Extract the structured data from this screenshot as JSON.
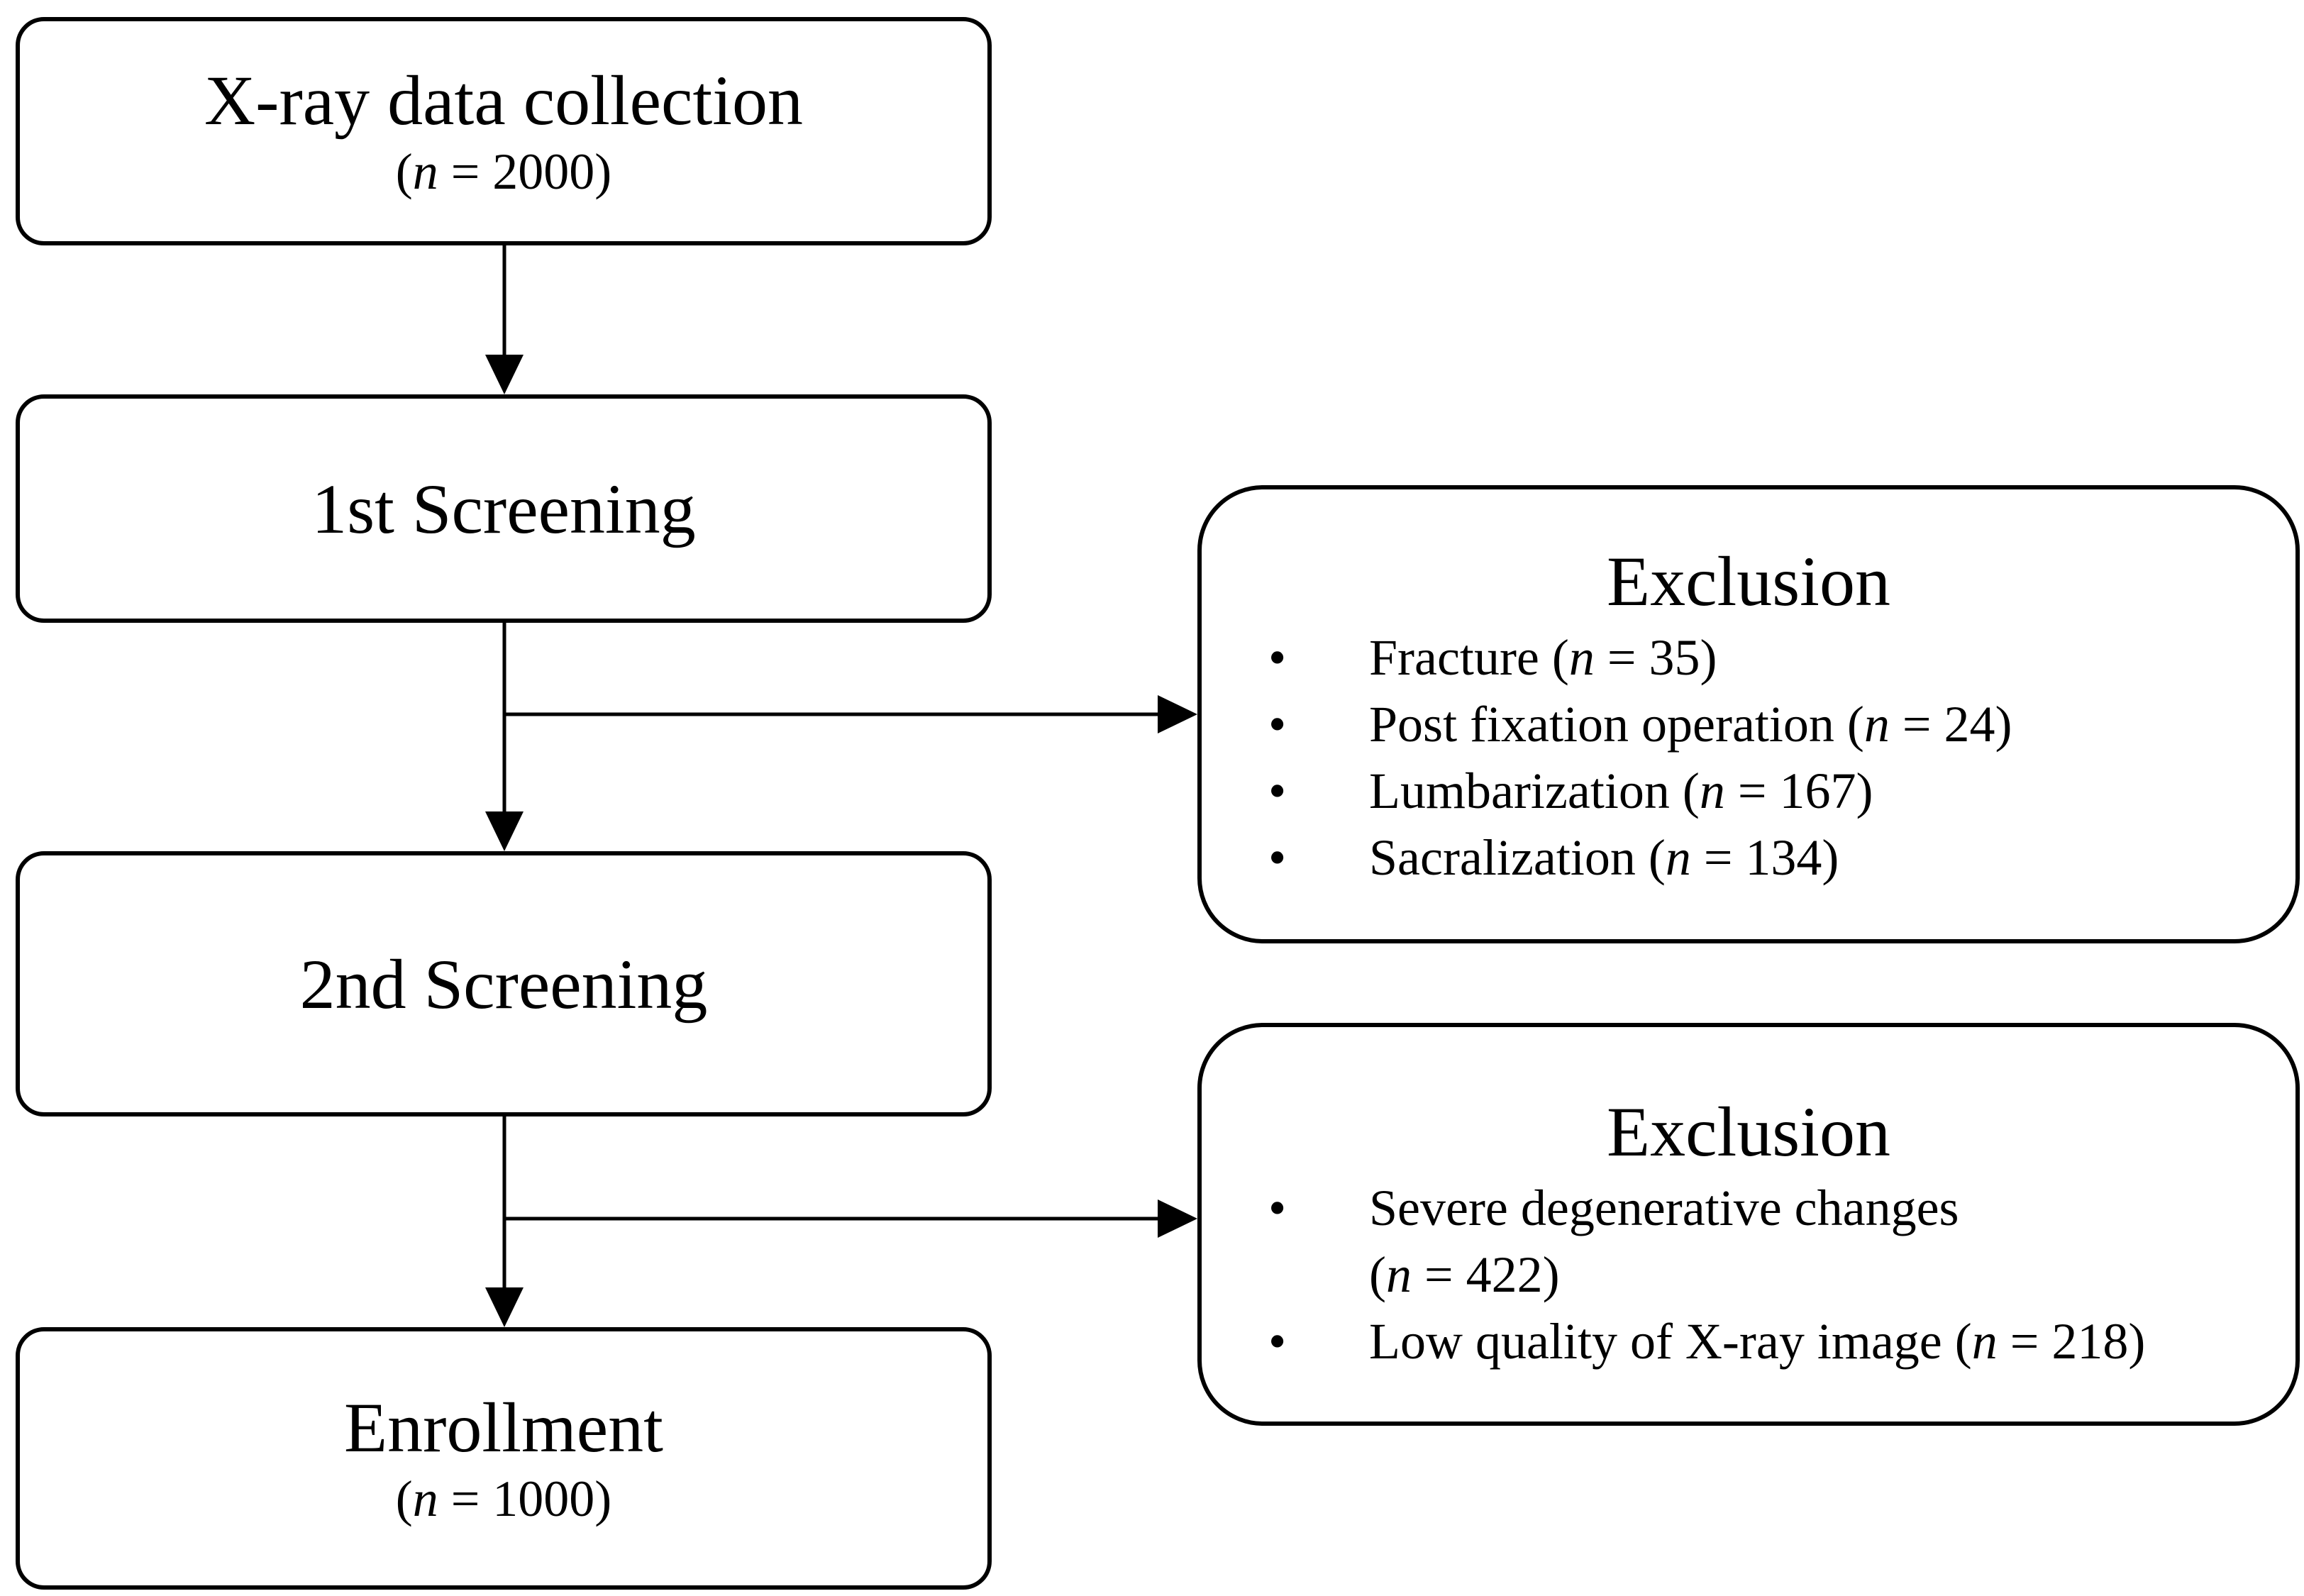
{
  "flow": {
    "collection": {
      "title": "X-ray data collection",
      "count": "(n = 2000)"
    },
    "screening1": {
      "title": "1st Screening"
    },
    "screening2": {
      "title": "2nd Screening"
    },
    "enrollment": {
      "title": "Enrollment",
      "count": "(n = 1000)"
    }
  },
  "exclusions": [
    {
      "title": "Exclusion",
      "items": [
        {
          "text": "Fracture (n = 35)"
        },
        {
          "text": "Post fixation operation (n = 24)"
        },
        {
          "text": "Lumbarization (n = 167)"
        },
        {
          "text": "Sacralization (n = 134)"
        }
      ]
    },
    {
      "title": "Exclusion",
      "items": [
        {
          "text": "Severe degenerative changes",
          "text2": "(n = 422)"
        },
        {
          "text": "Low quality of X-ray image (n = 218)"
        }
      ]
    }
  ],
  "bullet": "•"
}
